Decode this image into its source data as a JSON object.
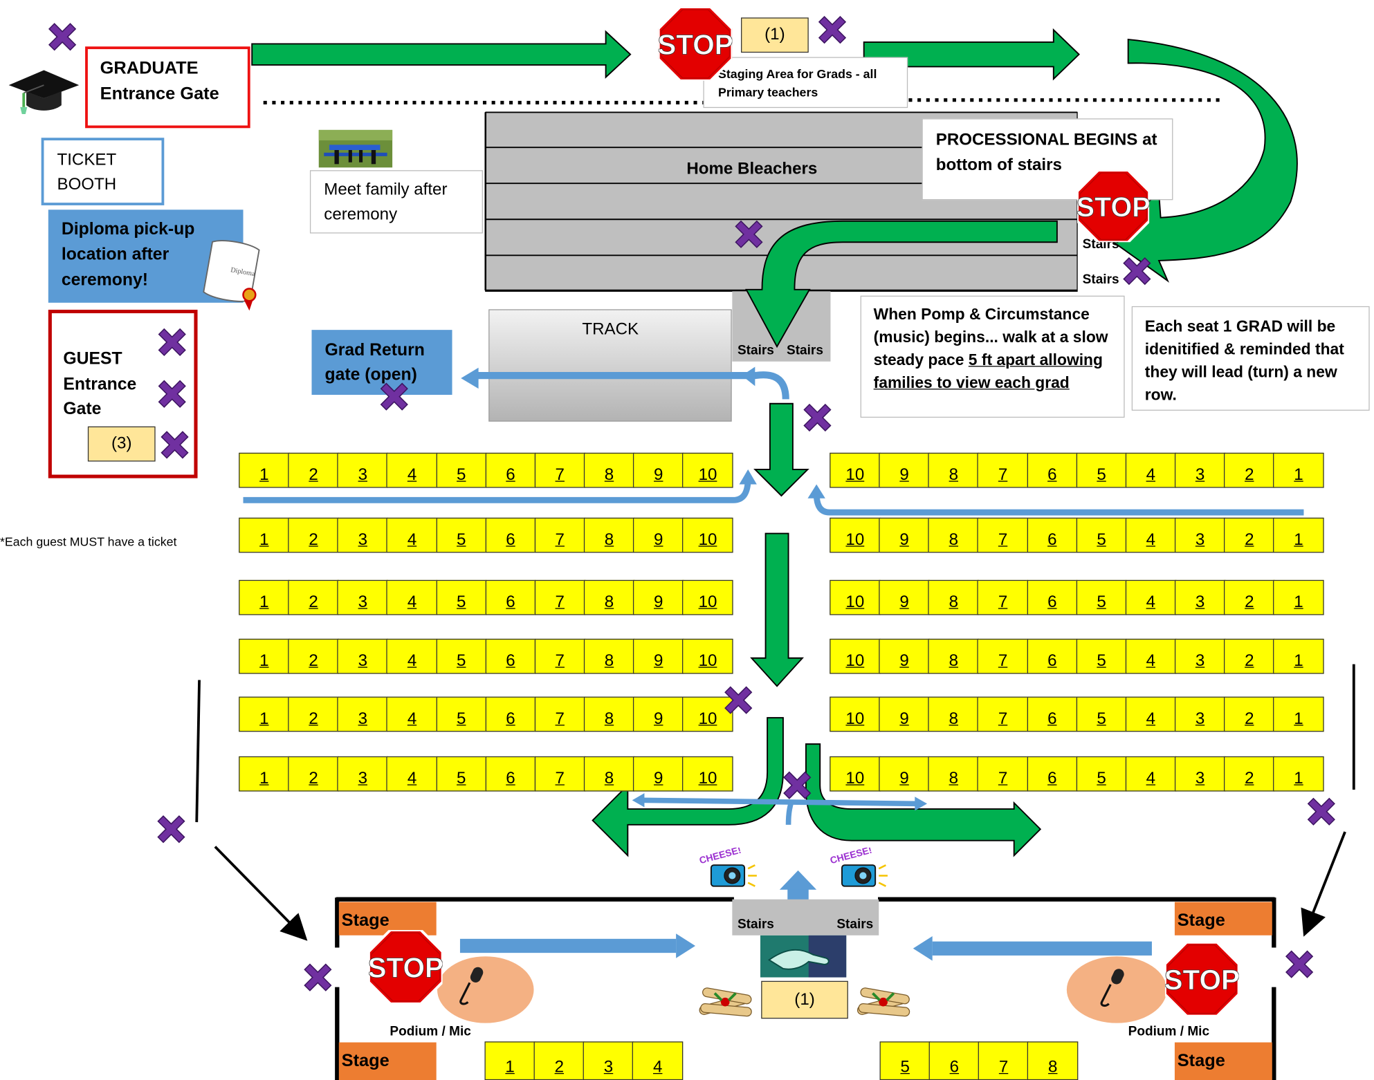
{
  "graduate_gate": {
    "line1": "GRADUATE",
    "line2": "Entrance Gate"
  },
  "ticket_booth": {
    "line1": "TICKET",
    "line2": "BOOTH"
  },
  "diploma_pickup": {
    "text": "Diploma pick-up location after ceremony!",
    "scroll_text": "Diploma"
  },
  "guest_gate": {
    "line1": "GUEST",
    "line2": "Entrance",
    "line3": "Gate",
    "count": "(3)"
  },
  "guest_note": "*Each guest MUST have a ticket",
  "staging": {
    "count": "(1)",
    "text": "Staging Area for Grads - all Primary teachers"
  },
  "meet_family": {
    "text": "Meet family after ceremony"
  },
  "bleachers": {
    "label": "Home Bleachers",
    "stairs": "Stairs"
  },
  "processional": {
    "text": "PROCESSIONAL BEGINS at bottom of stairs"
  },
  "pomp_note": {
    "text_plain": "When Pomp & Circumstance (music) begins... walk at a slow steady pace ",
    "text_underlined": "5 ft apart allowing families to view each grad"
  },
  "seat_note": {
    "text": "Each seat 1 GRAD will be idenitified & reminded that they will lead (turn) a new row."
  },
  "track": {
    "label": "TRACK"
  },
  "grad_return": {
    "text": "Grad Return gate (open)"
  },
  "stop_sign": {
    "text": "STOP"
  },
  "seating": {
    "left_seats": [
      "1",
      "2",
      "3",
      "4",
      "5",
      "6",
      "7",
      "8",
      "9",
      "10"
    ],
    "right_seats": [
      "10",
      "9",
      "8",
      "7",
      "6",
      "5",
      "4",
      "3",
      "2",
      "1"
    ],
    "row_count": 6
  },
  "stage": {
    "label": "Stage",
    "podium": "Podium / Mic",
    "stairs": "Stairs",
    "center_count": "(1)",
    "front_left_seats": [
      "1",
      "2",
      "3",
      "4"
    ],
    "front_right_seats": [
      "5",
      "6",
      "7",
      "8"
    ],
    "camera_caption": "CHEESE!"
  },
  "colors": {
    "green_arrow": "#00b050",
    "blue_arrow": "#5b9bd5",
    "seat_yellow": "#ffff00",
    "x_purple": "#7030a0",
    "stop_red": "#e30000",
    "stage_orange": "#ed7d31",
    "bleacher_gray": "#bfbfbf",
    "gate_red": "#ee1111",
    "guest_dark_red": "#c00000",
    "info_blue": "#5b9bd5"
  },
  "icons": [
    "graduation-cap-icon",
    "picnic-table-icon",
    "diploma-scroll-icon",
    "stop-sign-icon",
    "x-mark-icon",
    "camera-icon",
    "handshake-icon",
    "diploma-bundle-icon",
    "microphone-icon"
  ]
}
